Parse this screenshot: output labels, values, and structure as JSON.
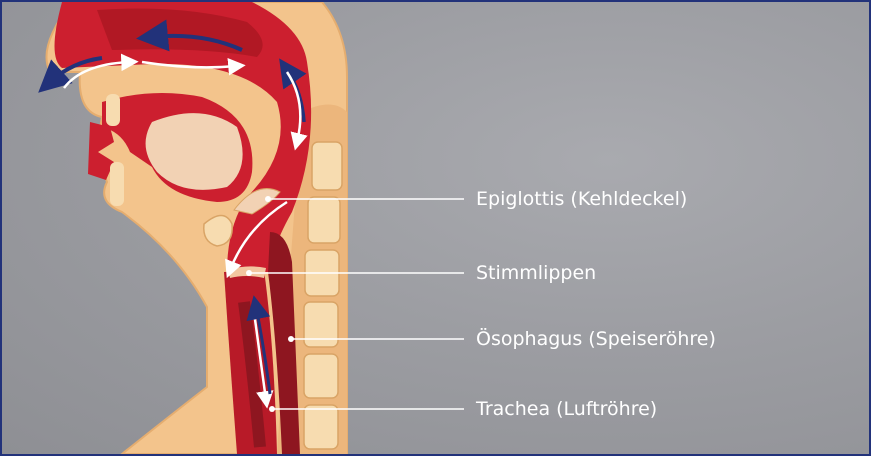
{
  "labels": {
    "epiglottis": "Epiglottis (Kehldeckel)",
    "stimmlippen": "Stimmlippen",
    "oesophagus": "Ösophagus (Speiseröhre)",
    "trachea": "Trachea (Luftröhre)"
  },
  "colors": {
    "frame_border": "#22327a",
    "background": "#9c9da2",
    "skin": "#f3c48c",
    "tissue_red": "#cc1f2f",
    "dark_red": "#8e1620",
    "bone": "#f7dcb0",
    "arrow_blue": "#22327a",
    "arrow_white": "#ffffff",
    "label_line": "#ffffff"
  }
}
